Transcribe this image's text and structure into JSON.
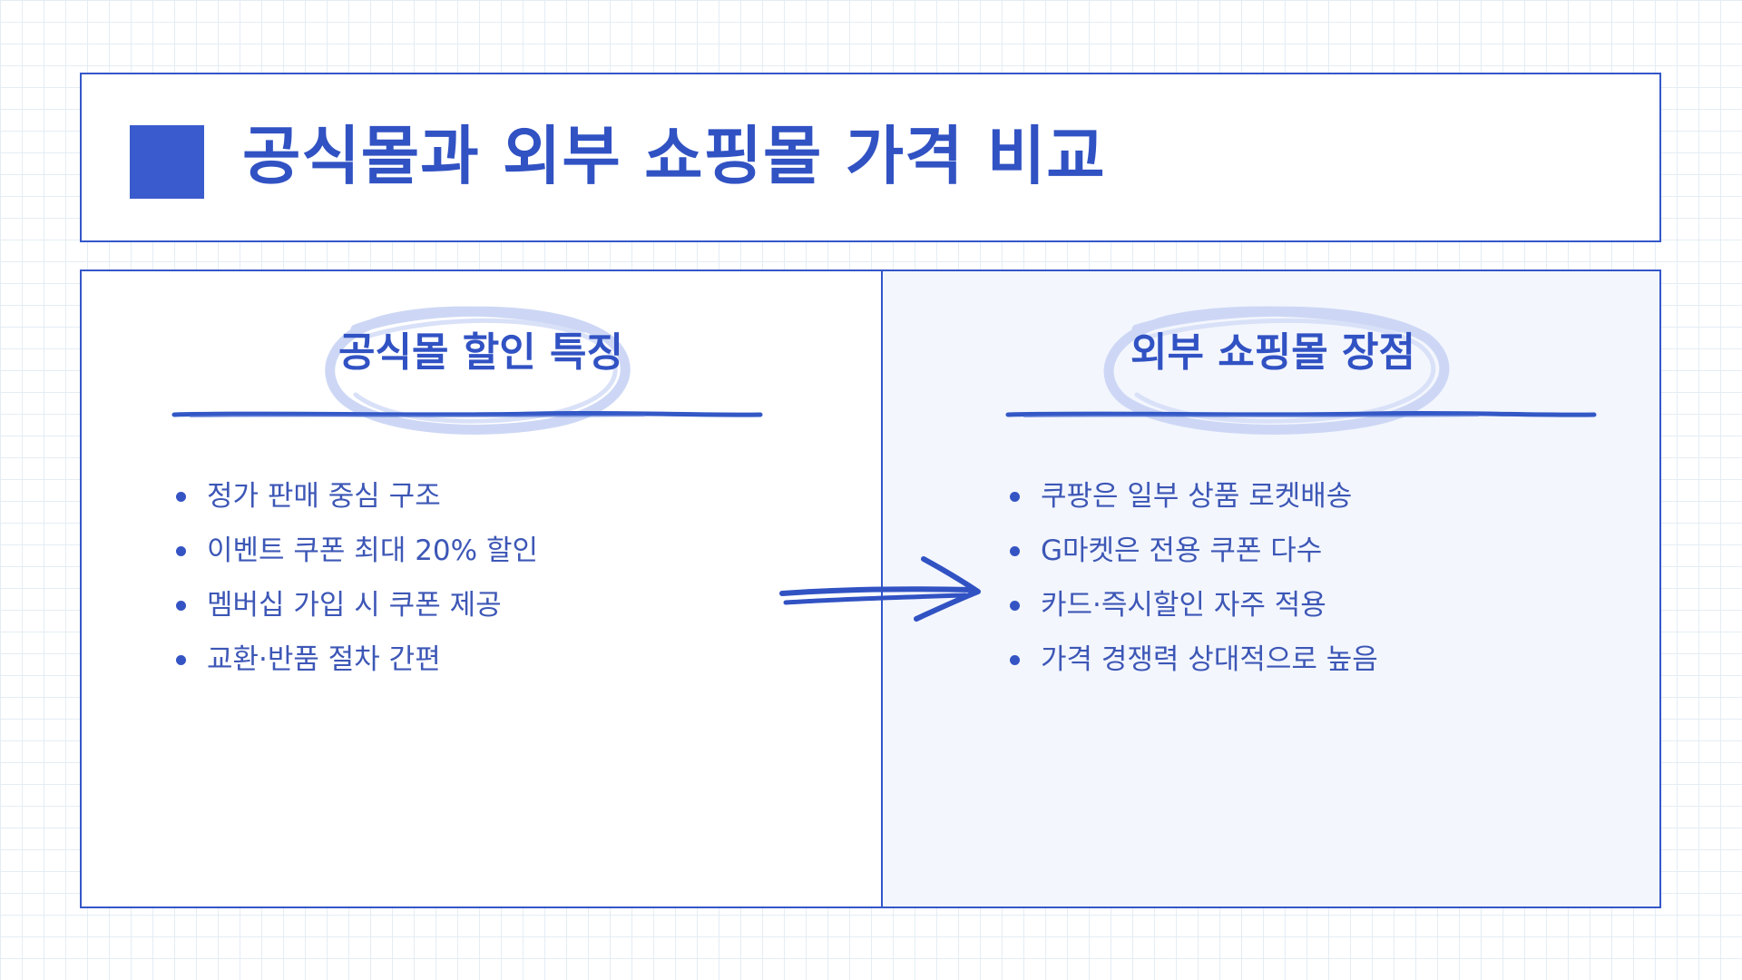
{
  "slide": {
    "title": "공식몰과 외부 쇼핑몰 가격 비교"
  },
  "left_panel": {
    "heading": "공식몰 할인 특징",
    "items": [
      "정가 판매 중심 구조",
      "이벤트 쿠폰 최대 20% 할인",
      "멤버십 가입 시 쿠폰 제공",
      "교환·반품 절차 간편"
    ]
  },
  "right_panel": {
    "heading": "외부 쇼핑몰 장점",
    "items": [
      "쿠팡은 일부 상품 로켓배송",
      "G마켓은 전용 쿠폰 다수",
      "카드·즉시할인 자주 적용",
      "가격 경쟁력 상대적으로 높음"
    ]
  },
  "colors": {
    "accent": "#3152c3",
    "border": "#3457c9",
    "right_panel_bg": "#f3f6fd",
    "ring": "#cad5f4",
    "grid": "#e4edf4"
  },
  "icons": {
    "title_marker": "square-marker-icon",
    "arrow": "hand-drawn-arrow-right-icon"
  }
}
